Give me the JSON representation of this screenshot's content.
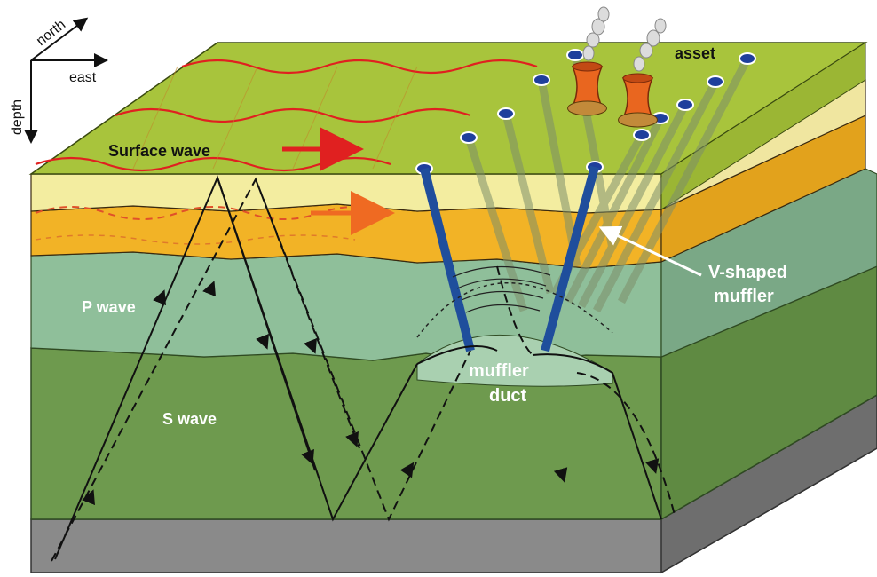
{
  "labels": {
    "north": "north",
    "east": "east",
    "depth": "depth",
    "surface_wave": "Surface wave",
    "asset": "asset",
    "p_wave": "P wave",
    "s_wave": "S wave",
    "v_shaped_1": "V-shaped",
    "v_shaped_2": "muffler",
    "duct_1": "muffler",
    "duct_2": "duct"
  },
  "colors": {
    "surface_green": "#a8c43c",
    "soil_light_yellow": "#f3eda0",
    "soil_orange": "#f2b326",
    "layer_teal": "#8fbf9a",
    "layer_green": "#6e9a4e",
    "bedrock_gray": "#8a8a8a",
    "wave_red": "#e02020",
    "muffler_blue": "#1f4e9c",
    "asset_orange": "#e9661f"
  },
  "icons": [
    "compass-axes-icon",
    "smoke-plume-icon",
    "cooling-tower-icon"
  ]
}
